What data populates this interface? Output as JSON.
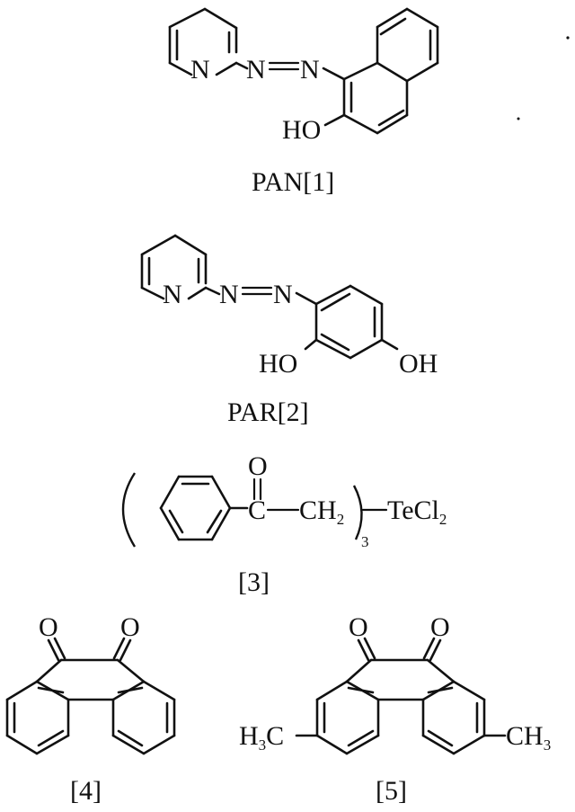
{
  "structures": [
    {
      "id": "pan",
      "caption": "PAN[1]",
      "atoms": {
        "n_ring": "N",
        "n_azo_1": "N",
        "n_azo_2": "N",
        "hydroxyl": "HO"
      }
    },
    {
      "id": "par",
      "caption": "PAR[2]",
      "atoms": {
        "n_ring": "N",
        "n_azo_1": "N",
        "n_azo_2": "N",
        "hydroxyl_left": "HO",
        "hydroxyl_right": "OH"
      }
    },
    {
      "id": "compound-3",
      "caption": "[3]",
      "atoms": {
        "oxygen": "O",
        "carbon": "C",
        "ch": "CH",
        "ch_sub": "2",
        "repeat": "3",
        "tellurium": "TeCl",
        "cl_sub": "2"
      }
    },
    {
      "id": "compound-4",
      "caption": "[4]",
      "atoms": {
        "oxygen_left": "O",
        "oxygen_right": "O"
      }
    },
    {
      "id": "compound-5",
      "caption": "[5]",
      "atoms": {
        "oxygen_left": "O",
        "oxygen_right": "O",
        "methyl_left_h": "H",
        "methyl_left_sub": "3",
        "methyl_left_c": "C",
        "methyl_right": "CH",
        "methyl_right_sub": "3"
      }
    }
  ]
}
